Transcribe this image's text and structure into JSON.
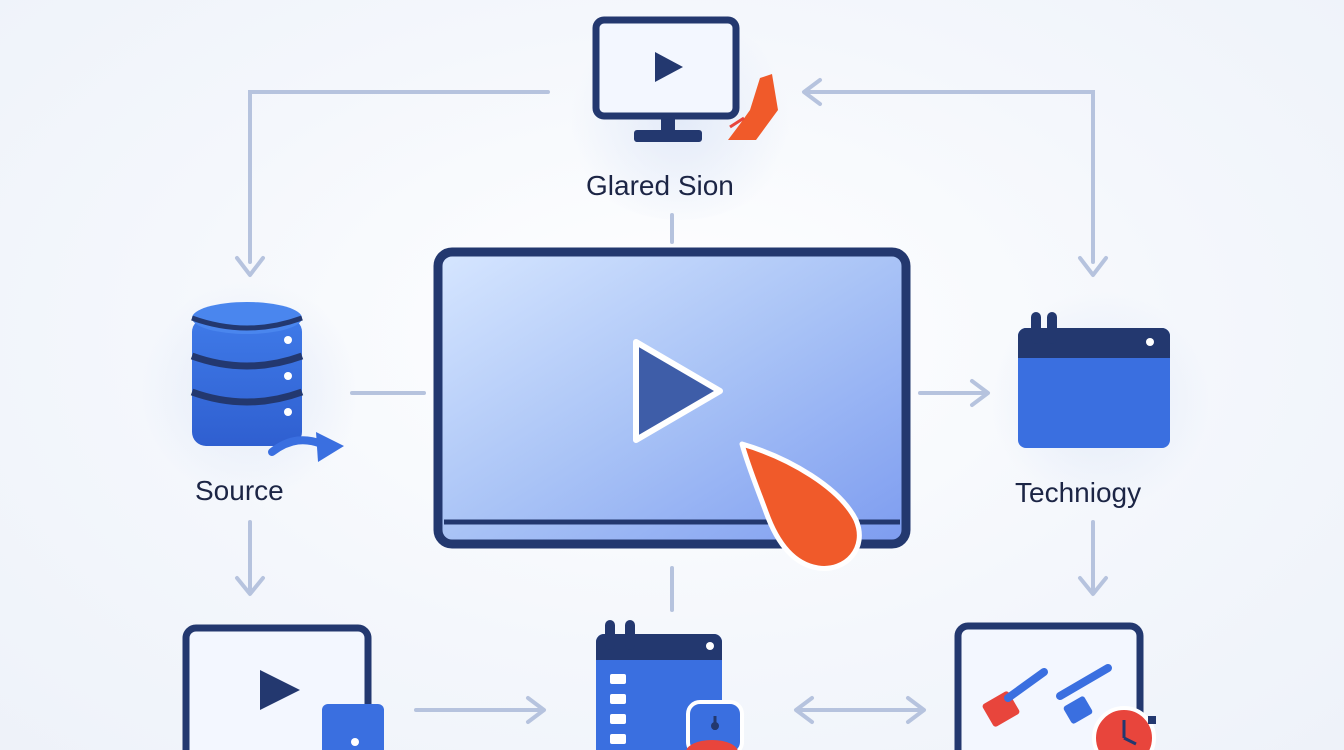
{
  "nodes": {
    "top": {
      "label": "Glared Sion"
    },
    "left": {
      "label": "Source"
    },
    "right": {
      "label": "Techniogy"
    }
  },
  "colors": {
    "navy": "#23386f",
    "blue": "#3a6fe0",
    "blue_light": "#7fa3ef",
    "orange": "#f05a2a",
    "red": "#e8453c",
    "connector": "#b6c3de",
    "screen_fill": "#a9c1f6"
  }
}
